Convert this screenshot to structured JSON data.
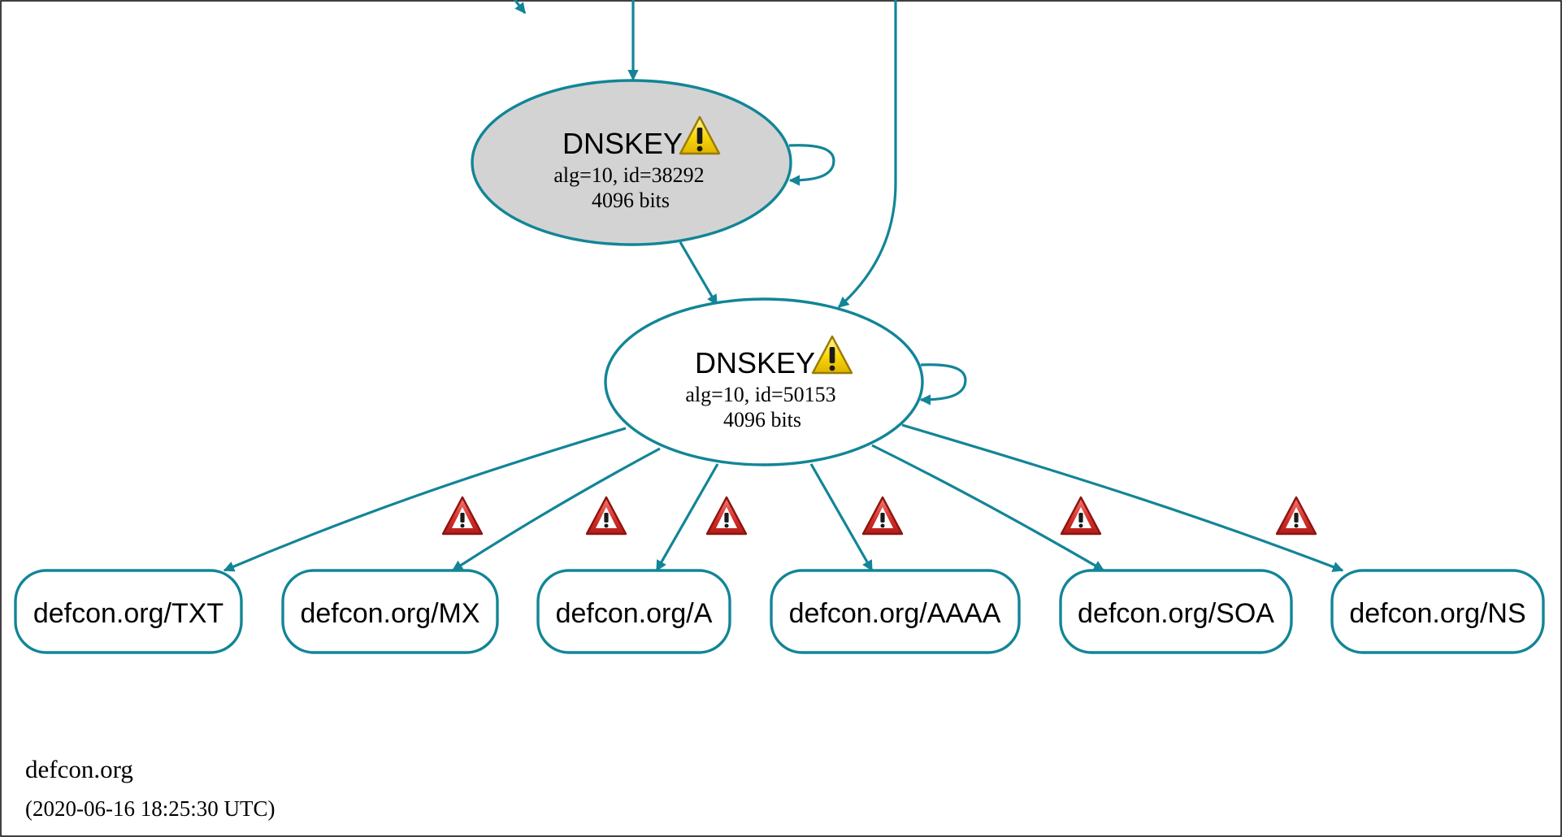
{
  "colors": {
    "edge": "#128597",
    "ksk_fill": "#d3d3d3",
    "node_fill": "#ffffff",
    "warning_yellow": "#f5d60a",
    "warning_red": "#d8302a",
    "frame": "#000000"
  },
  "dnskey_ksk": {
    "title": "DNSKEY",
    "detail": "alg=10, id=38292",
    "size": "4096 bits",
    "icon": "warning-yellow-icon"
  },
  "dnskey_zsk": {
    "title": "DNSKEY",
    "detail": "alg=10, id=50153",
    "size": "4096 bits",
    "icon": "warning-yellow-icon"
  },
  "rrsets": [
    {
      "label": "defcon.org/TXT",
      "icon": "warning-red-icon"
    },
    {
      "label": "defcon.org/MX",
      "icon": "warning-red-icon"
    },
    {
      "label": "defcon.org/A",
      "icon": "warning-red-icon"
    },
    {
      "label": "defcon.org/AAAA",
      "icon": "warning-red-icon"
    },
    {
      "label": "defcon.org/SOA",
      "icon": "warning-red-icon"
    },
    {
      "label": "defcon.org/NS",
      "icon": "warning-red-icon"
    }
  ],
  "zone": {
    "name": "defcon.org",
    "timestamp": "(2020-06-16 18:25:30 UTC)"
  }
}
